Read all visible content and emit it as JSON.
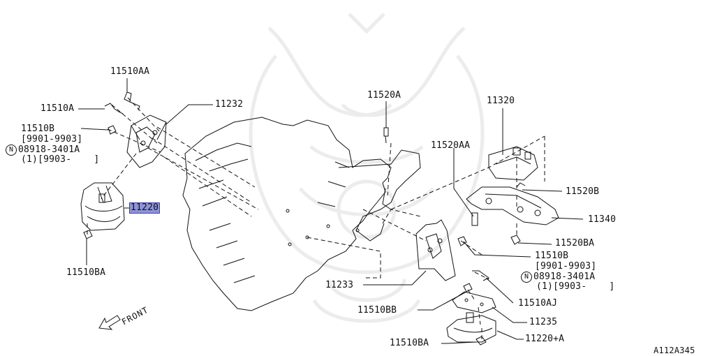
{
  "diagram": {
    "reference_code": "A112A345",
    "front_label": "FRONT",
    "labels": {
      "p11510AA": "11510AA",
      "p11510A": "11510A",
      "p11510B_left": "11510B",
      "p11510B_left_range": "[9901-9903]",
      "p08918_left": "08918-3401A",
      "p08918_left_qty": "(1)[9903-    ]",
      "p11232": "11232",
      "p11220": "11220",
      "p11510BA_left": "11510BA",
      "p11520A": "11520A",
      "p11320": "11320",
      "p11520AA": "11520AA",
      "p11520B": "11520B",
      "p11340": "11340",
      "p11520BA": "11520BA",
      "p11510B_right": "11510B",
      "p11510B_right_range": "[9901-9903]",
      "p08918_right": "08918-3401A",
      "p08918_right_qty": "(1)[9903-    ]",
      "p11233": "11233",
      "p11510AJ": "11510AJ",
      "p11510BB": "11510BB",
      "p11235": "11235",
      "p11220A": "11220+A",
      "p11510BA_right": "11510BA"
    },
    "n_symbol": "N",
    "highlight_color": "#8e93d8"
  }
}
